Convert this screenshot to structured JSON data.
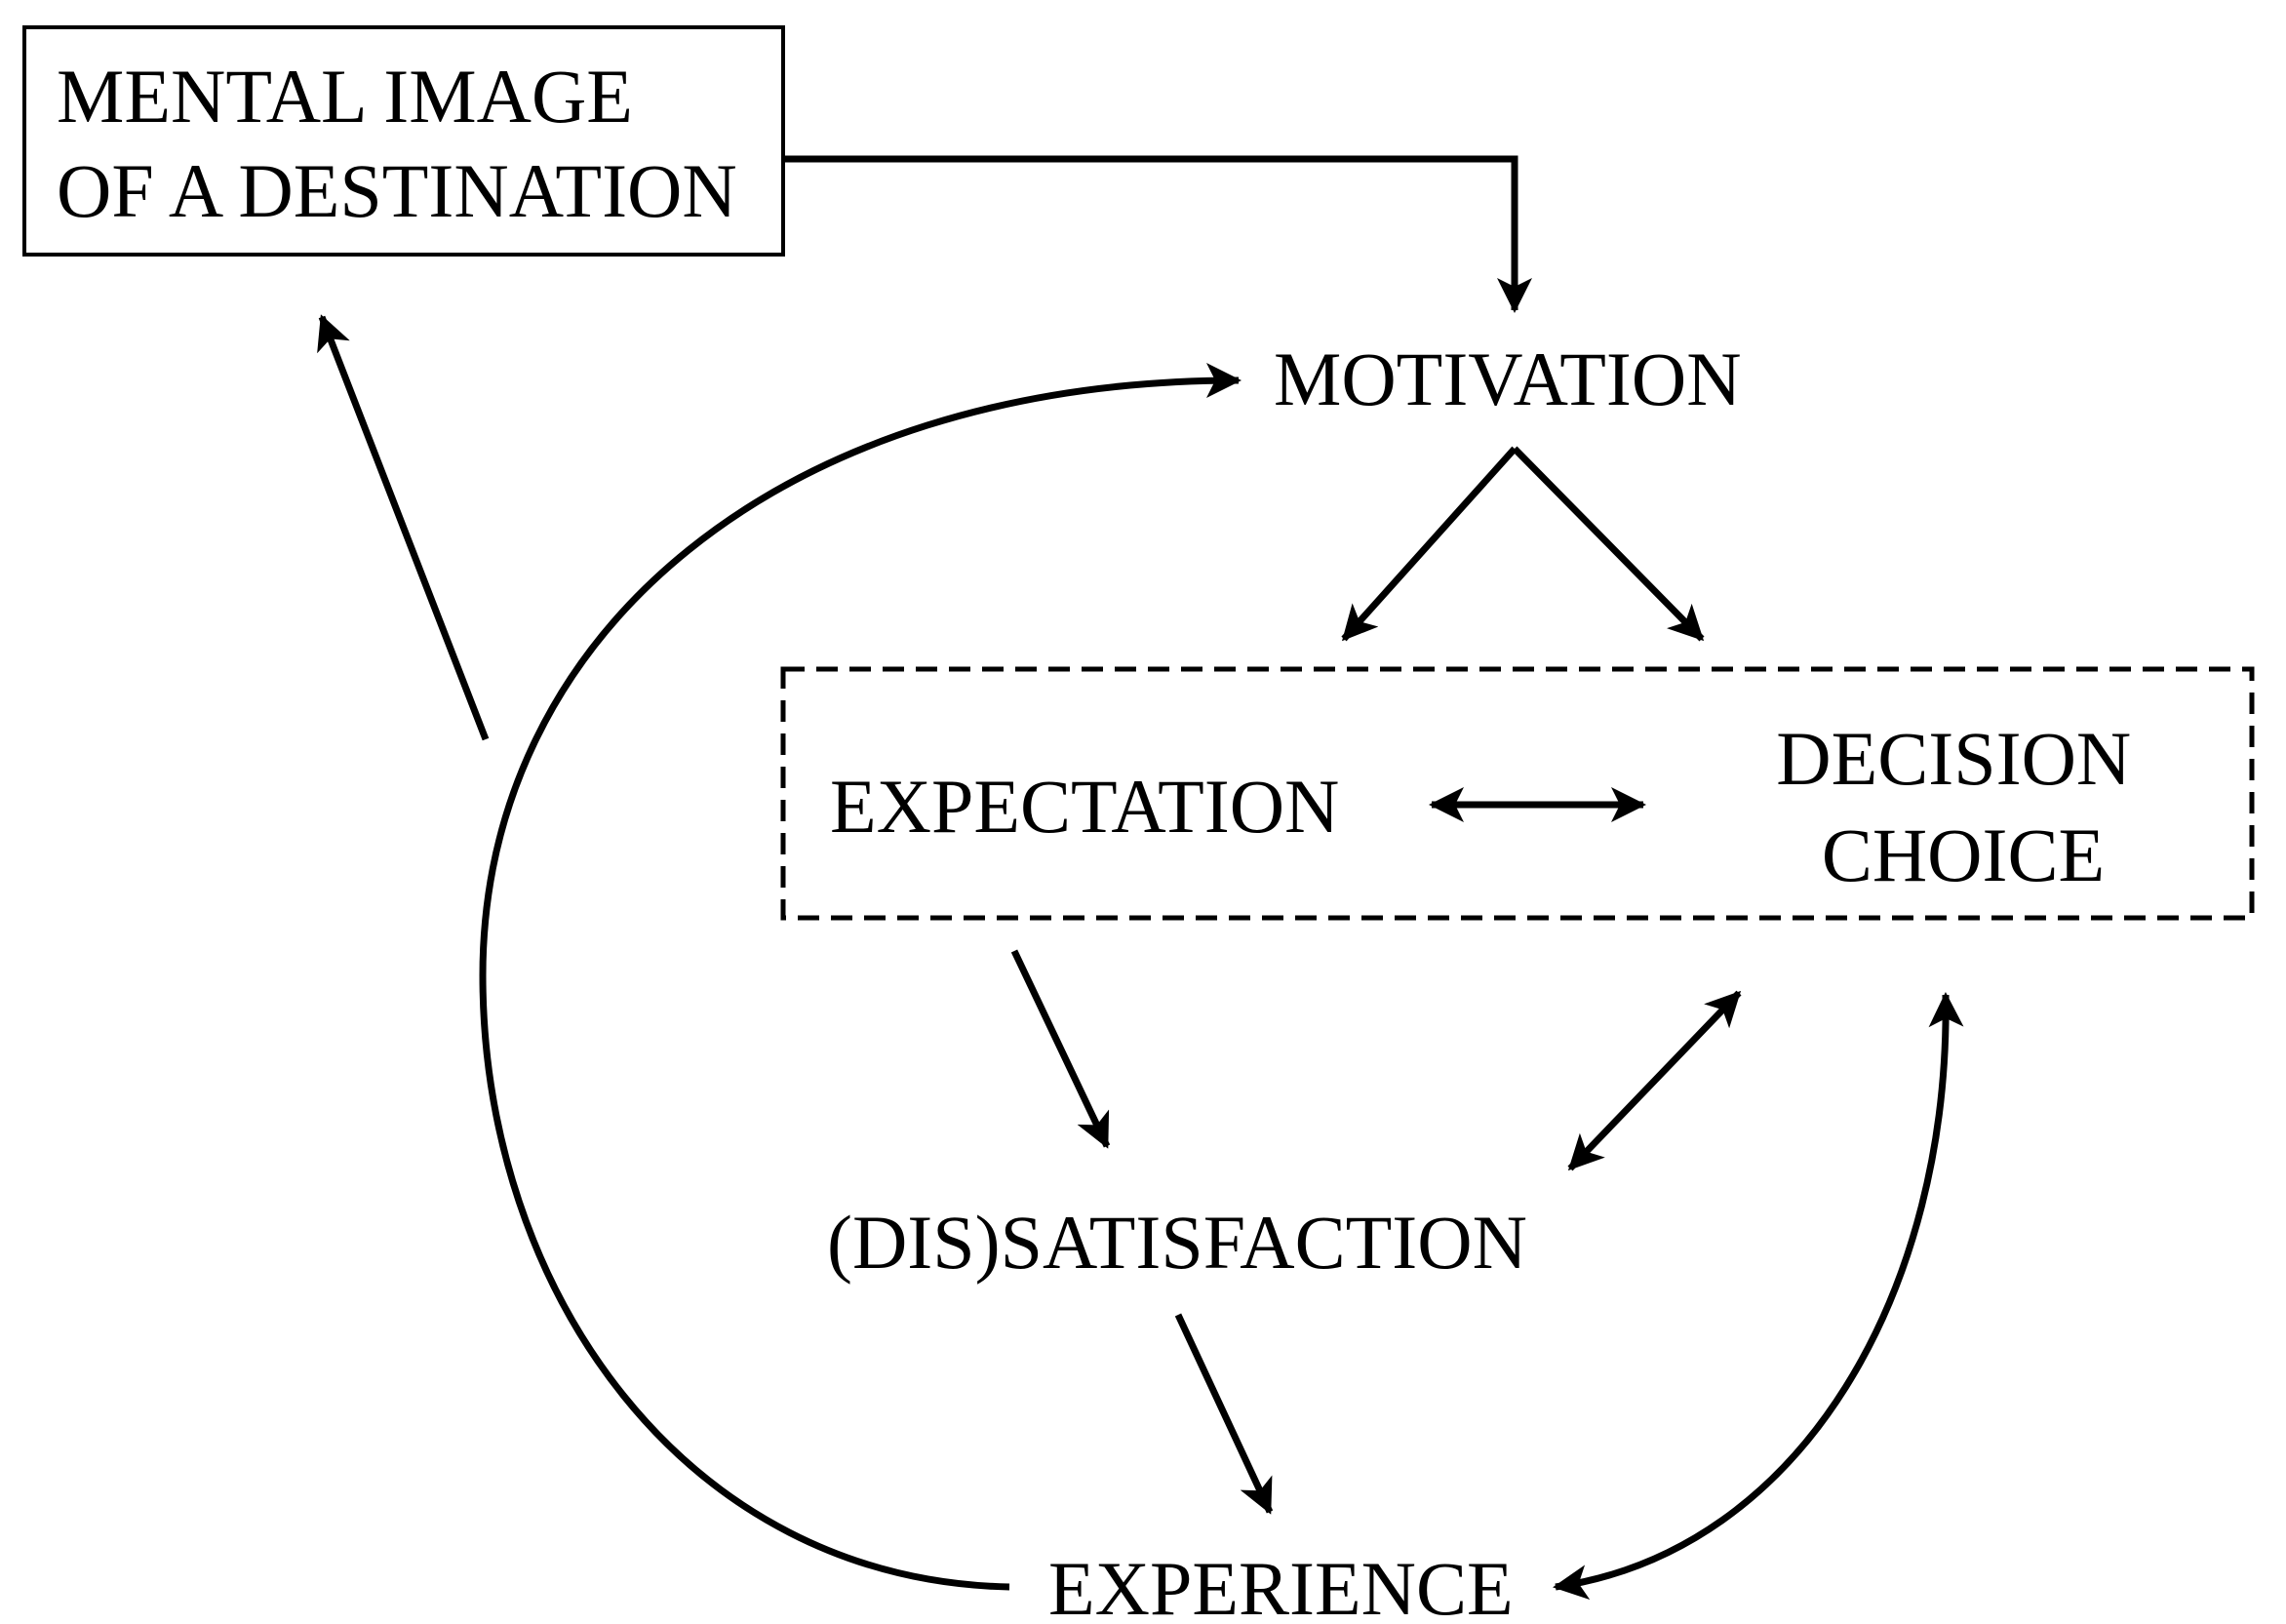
{
  "diagram": {
    "nodes": {
      "mental_image": {
        "lines": [
          "MENTAL IMAGE",
          "OF A DESTINATION"
        ]
      },
      "motivation": {
        "label": "MOTIVATION"
      },
      "expectation": {
        "label": "EXPECTATION"
      },
      "decision_choice": {
        "lines": [
          "DECISION",
          "CHOICE"
        ]
      },
      "dissatisfaction": {
        "label": "(DIS)SATISFACTION"
      },
      "experience": {
        "label": "EXPERIENCE"
      }
    },
    "edges": [
      {
        "from": "mental_image",
        "to": "motivation",
        "style": "elbow"
      },
      {
        "from": "motivation",
        "to": "expectation",
        "style": "straight"
      },
      {
        "from": "motivation",
        "to": "decision_choice",
        "style": "straight"
      },
      {
        "from": "expectation",
        "to": "decision_choice",
        "style": "bidirectional"
      },
      {
        "from": "expectation",
        "to": "dissatisfaction",
        "style": "straight"
      },
      {
        "from": "dissatisfaction",
        "to": "decision_choice",
        "style": "bidirectional"
      },
      {
        "from": "dissatisfaction",
        "to": "experience",
        "style": "straight"
      },
      {
        "from": "experience",
        "to": "decision_choice",
        "style": "curved-bidirectional"
      },
      {
        "from": "experience",
        "to": "motivation",
        "style": "curved"
      },
      {
        "from": "experience",
        "to": "mental_image",
        "style": "straight"
      }
    ],
    "colors": {
      "stroke": "#000000",
      "background": "#ffffff"
    }
  }
}
